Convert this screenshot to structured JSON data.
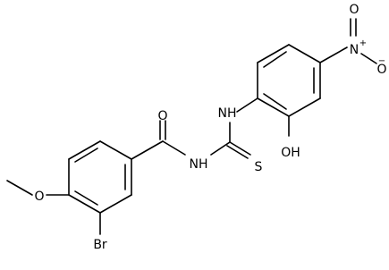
{
  "molecule": {
    "atom_labels": {
      "o_carbonyl": "O",
      "nh_amide": "NH",
      "nh_thio": "NH",
      "s_thione": "S",
      "oh": "OH",
      "br": "Br",
      "o_methoxy": "O",
      "nitro_n": "N",
      "nitro_o_top": "O",
      "nitro_o_right": "O",
      "nitro_charge_plus": "+",
      "nitro_charge_minus": "−"
    }
  }
}
